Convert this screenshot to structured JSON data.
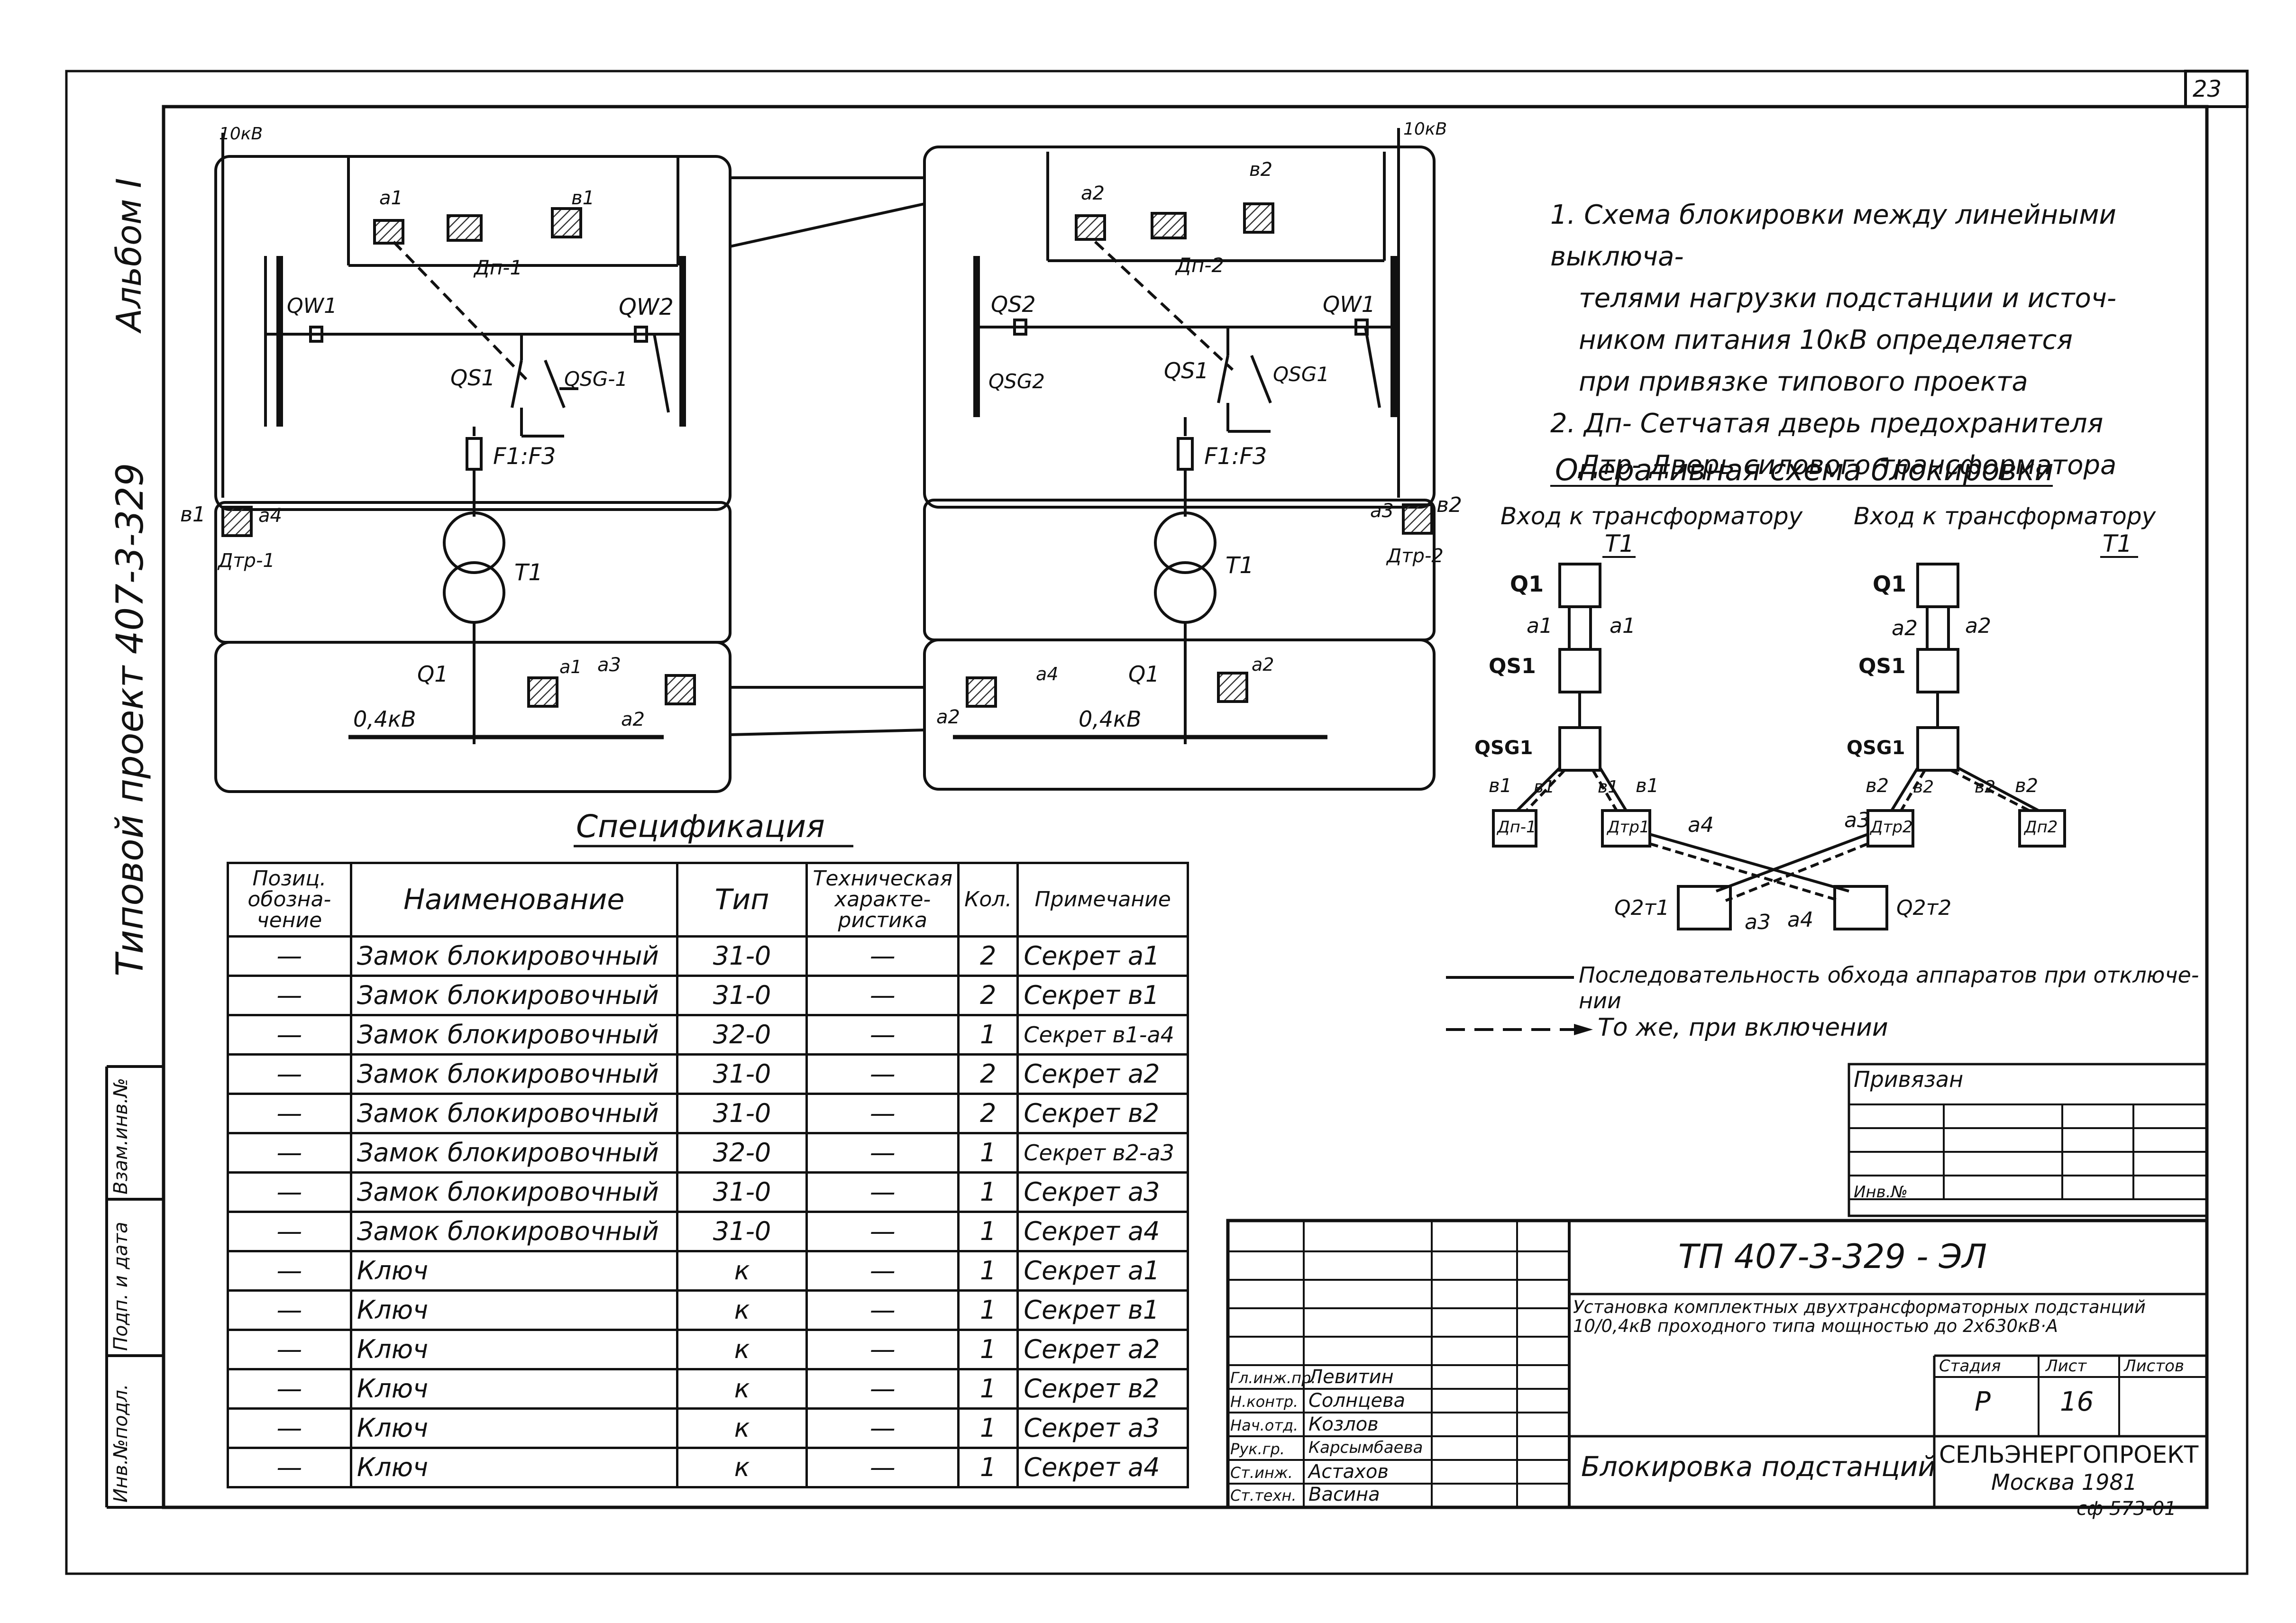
{
  "sheet_corner": "23",
  "side": {
    "album": "Альбом I",
    "project": "Типовой проект 407-3-329",
    "stamp_cells": [
      "Инв.№подл.",
      "Подп. и дата",
      "Взам.инв.№"
    ]
  },
  "schematic": {
    "left": {
      "voltage_hv": "10кВ",
      "switch_left": "QW1",
      "switch_right": "QW2",
      "disconnector": "QS1",
      "earth_switch": "QSG-1",
      "fuse": "F1:F3",
      "transformer": "T1",
      "door_fuse": "Дп-1",
      "door_transformer": "Дтр-1",
      "breaker": "Q1",
      "voltage_lv": "0,4кВ",
      "locks": [
        "а1",
        "в1",
        "в1",
        "а4",
        "а1",
        "а3",
        "а2"
      ]
    },
    "right": {
      "voltage_hv": "10кВ",
      "switch_left": "QS2",
      "earth_left": "QSG2",
      "switch_right": "QW1",
      "disconnector": "QS1",
      "earth_switch": "QSG1",
      "fuse": "F1:F3",
      "transformer": "T1",
      "door_fuse": "Дп-2",
      "door_transformer": "Дтр-2",
      "breaker": "Q1",
      "voltage_lv": "0,4кВ",
      "locks": [
        "а2",
        "в2",
        "а3",
        "в2",
        "а4",
        "а2",
        "а2"
      ]
    }
  },
  "notes": [
    "1. Схема блокировки между линейными выключа-",
    "телями нагрузки подстанции и источ-",
    "ником питания 10кВ определяется",
    "при привязке типового проекта",
    "2. Дп- Сетчатая дверь предохранителя",
    "Дтр- Дверь силового трансформатора"
  ],
  "op_scheme": {
    "title": "Оперативная схема блокировки",
    "input_left": "Вход к трансформатору",
    "input_right": "Вход к трансформатору",
    "t_left": "Т1",
    "t_right": "Т1",
    "nodes_left": [
      "Q1",
      "QS1",
      "QSG1",
      "Дп-1",
      "Дтр1"
    ],
    "nodes_right": [
      "Q1",
      "QS1",
      "QSG1",
      "Дтр2",
      "Дп2"
    ],
    "q2_left": "Q2т1",
    "q2_right": "Q2т2",
    "keys": [
      "а1",
      "а1",
      "а2",
      "а2",
      "в1",
      "в1",
      "в1",
      "в1",
      "в2",
      "в2",
      "в2",
      "в2",
      "а4",
      "а3",
      "а3",
      "а4"
    ],
    "legend_solid": "Последовательность обхода аппаратов при отключе- нии",
    "legend_dashed": "То же, при включении"
  },
  "spec": {
    "title": "Спецификация",
    "headers": [
      "Позиц. обозна- чение",
      "Наименование",
      "Тип",
      "Техническая характе- ристика",
      "Кол.",
      "Примечание"
    ],
    "rows": [
      [
        "—",
        "Замок блокировочный",
        "31-0",
        "—",
        "2",
        "Секрет а1"
      ],
      [
        "—",
        "Замок блокировочный",
        "31-0",
        "—",
        "2",
        "Секрет в1"
      ],
      [
        "—",
        "Замок блокировочный",
        "32-0",
        "—",
        "1",
        "Секрет в1-а4"
      ],
      [
        "—",
        "Замок блокировочный",
        "31-0",
        "—",
        "2",
        "Секрет а2"
      ],
      [
        "—",
        "Замок блокировочный",
        "31-0",
        "—",
        "2",
        "Секрет в2"
      ],
      [
        "—",
        "Замок блокировочный",
        "32-0",
        "—",
        "1",
        "Секрет в2-а3"
      ],
      [
        "—",
        "Замок блокировочный",
        "31-0",
        "—",
        "1",
        "Секрет а3"
      ],
      [
        "—",
        "Замок блокировочный",
        "31-0",
        "—",
        "1",
        "Секрет а4"
      ],
      [
        "—",
        "Ключ",
        "к",
        "—",
        "1",
        "Секрет а1"
      ],
      [
        "—",
        "Ключ",
        "к",
        "—",
        "1",
        "Секрет в1"
      ],
      [
        "—",
        "Ключ",
        "к",
        "—",
        "1",
        "Секрет а2"
      ],
      [
        "—",
        "Ключ",
        "к",
        "—",
        "1",
        "Секрет в2"
      ],
      [
        "—",
        "Ключ",
        "к",
        "—",
        "1",
        "Секрет а3"
      ],
      [
        "—",
        "Ключ",
        "к",
        "—",
        "1",
        "Секрет а4"
      ]
    ]
  },
  "title_block": {
    "bound": "Привязан",
    "inv": "Инв.№",
    "code": "ТП 407-3-329  - ЭЛ",
    "description": "Установка комплектных двухтрансформаторных подстанций 10/0,4кВ проходного типа мощностью до 2х630кВ·А",
    "stage_label": "Стадия",
    "sheet_label": "Лист",
    "sheets_label": "Листов",
    "stage": "Р",
    "sheet": "16",
    "sheet_title": "Блокировка подстанций",
    "org": "СЕЛЬЭНЕРГОПРОЕКТ",
    "city": "Москва 1981",
    "archive": "сф 573-01",
    "staff": [
      {
        "role": "Гл.инж.пр.",
        "name": "Левитин"
      },
      {
        "role": "Н.контр.",
        "name": "Солнцева"
      },
      {
        "role": "Нач.отд.",
        "name": "Козлов"
      },
      {
        "role": "Рук.гр.",
        "name": "Карсымбаева"
      },
      {
        "role": "Ст.инж.",
        "name": "Астахов"
      },
      {
        "role": "Ст.техн.",
        "name": "Васина"
      }
    ]
  },
  "colors": {
    "ink": "#111111",
    "hatch": "#555555",
    "paper": "#ffffff"
  }
}
